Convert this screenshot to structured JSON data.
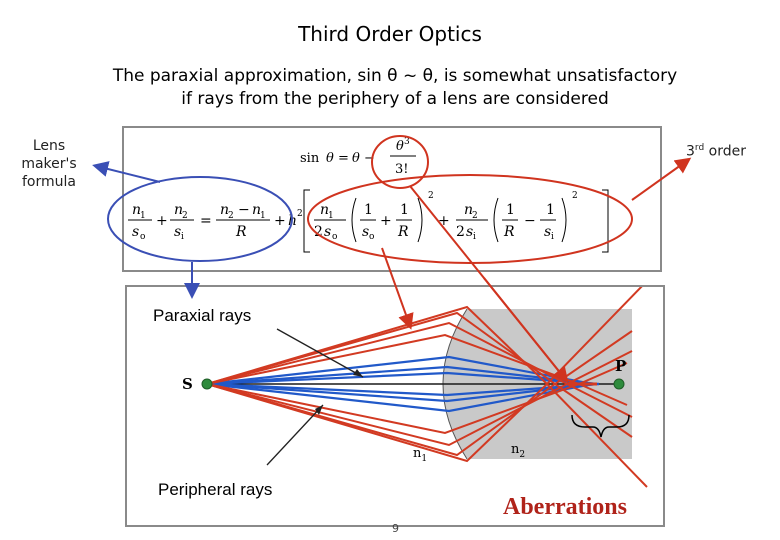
{
  "title": "Third Order Optics",
  "subtitle": {
    "line1": "The paraxial approximation, sin θ ~ θ, is somewhat unsatisfactory",
    "line2": "if rays from the periphery of a lens are considered"
  },
  "labels": {
    "lens_makers": "Lens maker's formula",
    "third_order_base": "3",
    "third_order_sup": "rd",
    "third_order_rest": " order"
  },
  "equations": {
    "sine_expansion": "sin θ = θ − θ³/3!",
    "lens_makers_formula": "n1/so + n2/si = (n2 − n1)/R",
    "third_order_term": "+ h² [ n1/2so (1/so + 1/R)² + n2/2si (1/R − 1/si)² ]"
  },
  "ray_diagram": {
    "paraxial_label": "Paraxial rays",
    "peripheral_label": "Peripheral rays",
    "source_label": "S",
    "image_label": "P",
    "n1_label": "n",
    "n1_sub": "1",
    "n2_label": "n",
    "n2_sub": "2",
    "aberrations_label": "Aberrations"
  },
  "page_number": "9",
  "colors": {
    "annotation_blue": "#3a4fb5",
    "annotation_red": "#d0341f",
    "paraxial_ray_blue": "#2159c9",
    "peripheral_ray_red": "#d23a22",
    "medium_gray": "#c9c9c9",
    "aberrations_text": "#b0231a"
  }
}
